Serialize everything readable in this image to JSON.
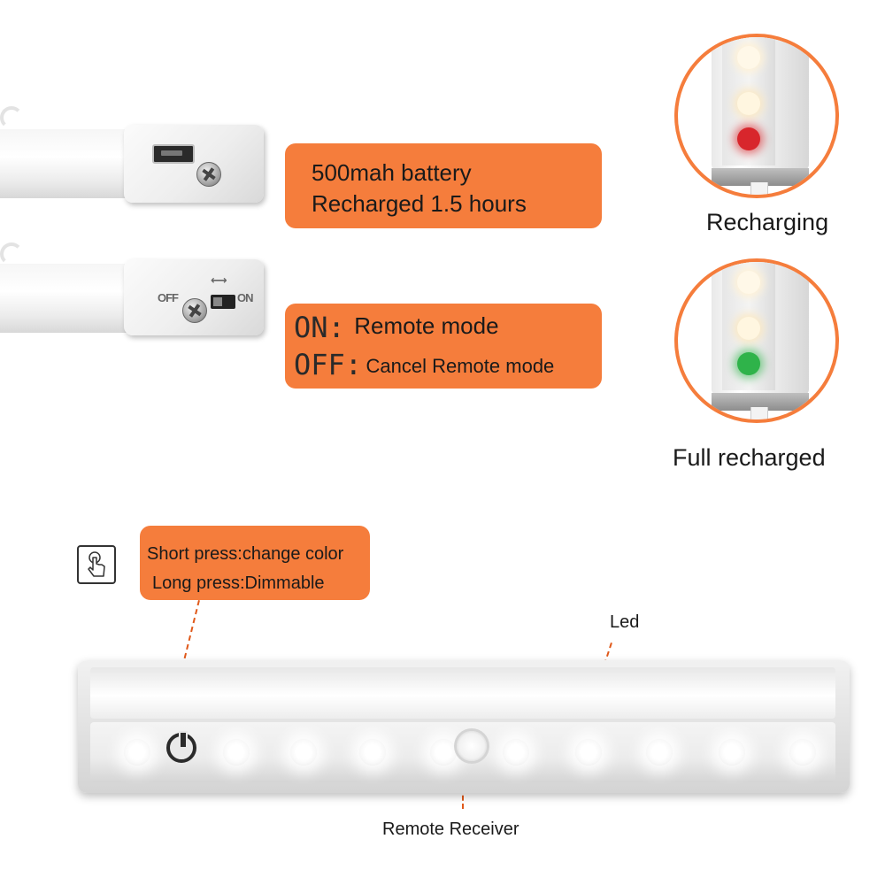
{
  "battery_box": {
    "line1": "500mah battery",
    "line2": "Recharged 1.5 hours"
  },
  "switch_box": {
    "on_label": "ON:",
    "on_text": "Remote mode",
    "off_label": "OFF:",
    "off_text": "Cancel Remote mode"
  },
  "switch_markings": {
    "off": "OFF",
    "on": "ON"
  },
  "charge_states": [
    {
      "label": "Recharging",
      "indicator_color": "#d8262c"
    },
    {
      "label": "Full recharged",
      "indicator_color": "#2fb34a"
    }
  ],
  "button_box": {
    "line1": "Short press:change color",
    "line2": "Long press:Dimmable"
  },
  "labels": {
    "led": "Led",
    "remote_receiver": "Remote Receiver"
  },
  "colors": {
    "accent": "#f57d3c",
    "callout_line": "#e0591a"
  },
  "icons": [
    "touch-press-icon",
    "power-button-icon",
    "usb-port-icon",
    "screw-icon"
  ]
}
